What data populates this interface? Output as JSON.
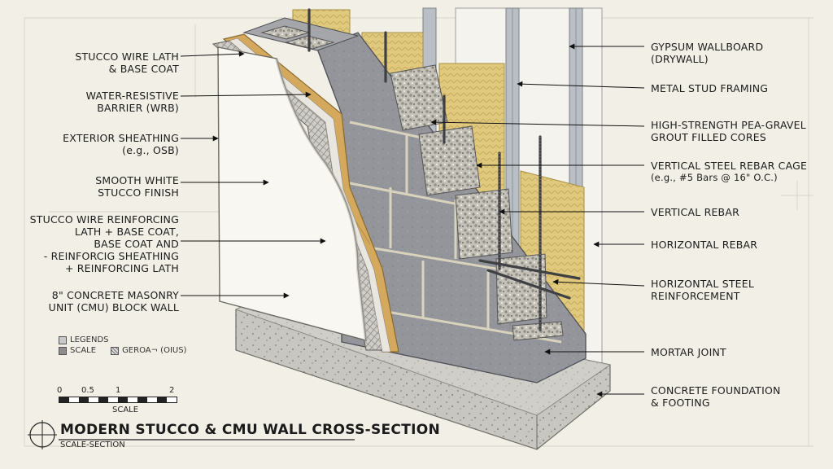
{
  "labels_left": [
    {
      "id": "stucco-wire-lath-label",
      "lines": [
        "STUCCO WIRE LATH",
        "& BASE COAT"
      ]
    },
    {
      "id": "wrb-label",
      "lines": [
        "WATER-RESISTIVE",
        "BARRIER (WRB)"
      ]
    },
    {
      "id": "exterior-sheathing-label",
      "lines": [
        "EXTERIOR SHEATHING",
        "(e.g., OSB)"
      ]
    },
    {
      "id": "stucco-finish-label",
      "lines": [
        "SMOOTH WHITE",
        "STUCCO FINISH"
      ]
    },
    {
      "id": "reinforcing-lath-label",
      "lines": [
        "STUCCO WIRE REINFORCING",
        "LATH + BASE COAT,",
        "BASE COAT AND",
        "- REINFORCIG SHEATHING",
        "+ REINFORCING LATH"
      ]
    },
    {
      "id": "cmu-wall-label",
      "lines": [
        "8\" CONCRETE MASONRY",
        "UNIT (CMU) BLOCK WALL"
      ]
    }
  ],
  "labels_right": [
    {
      "id": "gypsum-label",
      "lines": [
        "GYPSUM WALLBOARD",
        "(DRYWALL)"
      ]
    },
    {
      "id": "metal-stud-label",
      "lines": [
        "METAL STUD FRAMING"
      ]
    },
    {
      "id": "grout-label",
      "lines": [
        "HIGH-STRENGTH PEA-GRAVEL",
        "GROUT FILLED CORES"
      ]
    },
    {
      "id": "rebar-cage-label",
      "lines": [
        "VERTICAL STEEL REBAR CAGE",
        "(e.g., #5 Bars @ 16\" O.C.)"
      ]
    },
    {
      "id": "vertical-rebar-label",
      "lines": [
        "VERTICAL REBAR"
      ]
    },
    {
      "id": "horizontal-rebar-label",
      "lines": [
        "HORIZONTAL REBAR"
      ]
    },
    {
      "id": "horizontal-steel-label",
      "lines": [
        "HORIZONTAL STEEL",
        "REINFORCEMENT"
      ]
    },
    {
      "id": "mortar-joint-label",
      "lines": [
        "MORTAR JOINT"
      ]
    },
    {
      "id": "foundation-label",
      "lines": [
        "CONCRETE FOUNDATION",
        "& FOOTING"
      ]
    }
  ],
  "legend": {
    "items": [
      {
        "swatch": "plain",
        "text": "LEGENDS"
      },
      {
        "swatch": "dots",
        "text": "SCALE"
      },
      {
        "swatch": "grid",
        "text": "GEROA¬ (OIUS)"
      }
    ]
  },
  "scale": {
    "ticks": [
      "0",
      "0.5",
      "1",
      "2"
    ],
    "caption": "SCALE"
  },
  "title_block": {
    "title": "MODERN STUCCO & CMU WALL CROSS-SECTION",
    "subtitle": "SCALE-SECTION"
  },
  "colors": {
    "paper": "#f1efe6",
    "stucco": "#f7f6f1",
    "osb": "#d3a85c",
    "cmu": "#8f9194",
    "grout": "#b9b6ae",
    "insulation": "#e2cb7d",
    "steel": "#b6bcc2",
    "concrete": "#c9c8c3",
    "rebar": "#4a4b4d"
  }
}
